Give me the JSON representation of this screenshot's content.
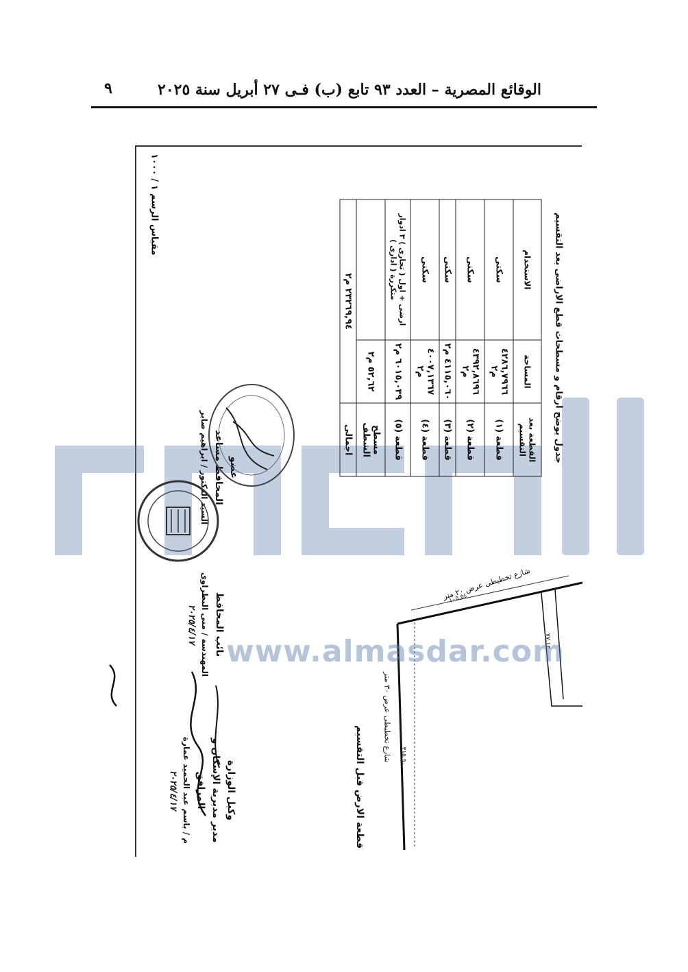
{
  "header": {
    "title": "الوقائع المصرية – العدد ٩٣ تابع (ب) فـى ٢٧ أبريل سنة ٢٠٢٥",
    "page_number": "٩"
  },
  "table": {
    "caption": "جدول يوضح ارقام و مسطحات قطع الاراضى بعد التقسيم",
    "columns": [
      "القطعة بعد التقسيم",
      "المساحة",
      "الاستخدام"
    ],
    "rows": [
      [
        "قطعة (١)",
        "٤٢٨٦,٧٩٦٦ م٢",
        "سكنى"
      ],
      [
        "قطعة (٢)",
        "٤٣٩٢,٨٦٩٦ م٢",
        "سكنى"
      ],
      [
        "قطعة (٣)",
        "٤١١٥,٠٦٠ م٢",
        "سكنى"
      ],
      [
        "قطعة (٤)",
        "٤٠٠٧,١٣٦٧ م٢",
        "سكنى"
      ],
      [
        "قطعة (٥)",
        "٦٠١٥,٠٣٩ م٢",
        "ارضى + اول ( تجارى ) ٣ ادوار متكررة ( ادارى )"
      ],
      [
        "مسطح الشطف",
        "٥٢,٦٢ م٢",
        ""
      ],
      [
        "اجمالى",
        "٢٣٢٦٩,٩٤ م٢",
        ""
      ]
    ]
  },
  "scale": "مقياس الرسم ١ / ١٠٠٠",
  "signatures": {
    "block_a": [
      "عضو",
      "المحافظ مساعد",
      "السيد الدكتور / ابراهيم صابر"
    ],
    "block_b": [
      "نائب المحافظ",
      "المهندسة / منى البطراوى",
      "٢٠٢٥/٤/١٧"
    ],
    "block_c": [
      "وكيل الوزارة",
      "مدير مديرية الإسكان و المرافق",
      "م / باسم عبد الحميد عمارة",
      "٢٠٢٥/٤/١٧"
    ]
  },
  "plan": {
    "title": "قطعة الارض قبل التقسيم",
    "street_top": "شارع تخطيطى عرض ٢٠ متر",
    "street_side": "شارع تخطيطى عرض ٣٠ متر",
    "dim_top": "١٠٥,٥٤",
    "dim_mid": "٧٧,١٣",
    "dim_bottom": "٣١٥,٩٠"
  },
  "watermark": "www.almasdar.com",
  "colors": {
    "ink": "#111111",
    "watermark": "#5a7daa"
  }
}
